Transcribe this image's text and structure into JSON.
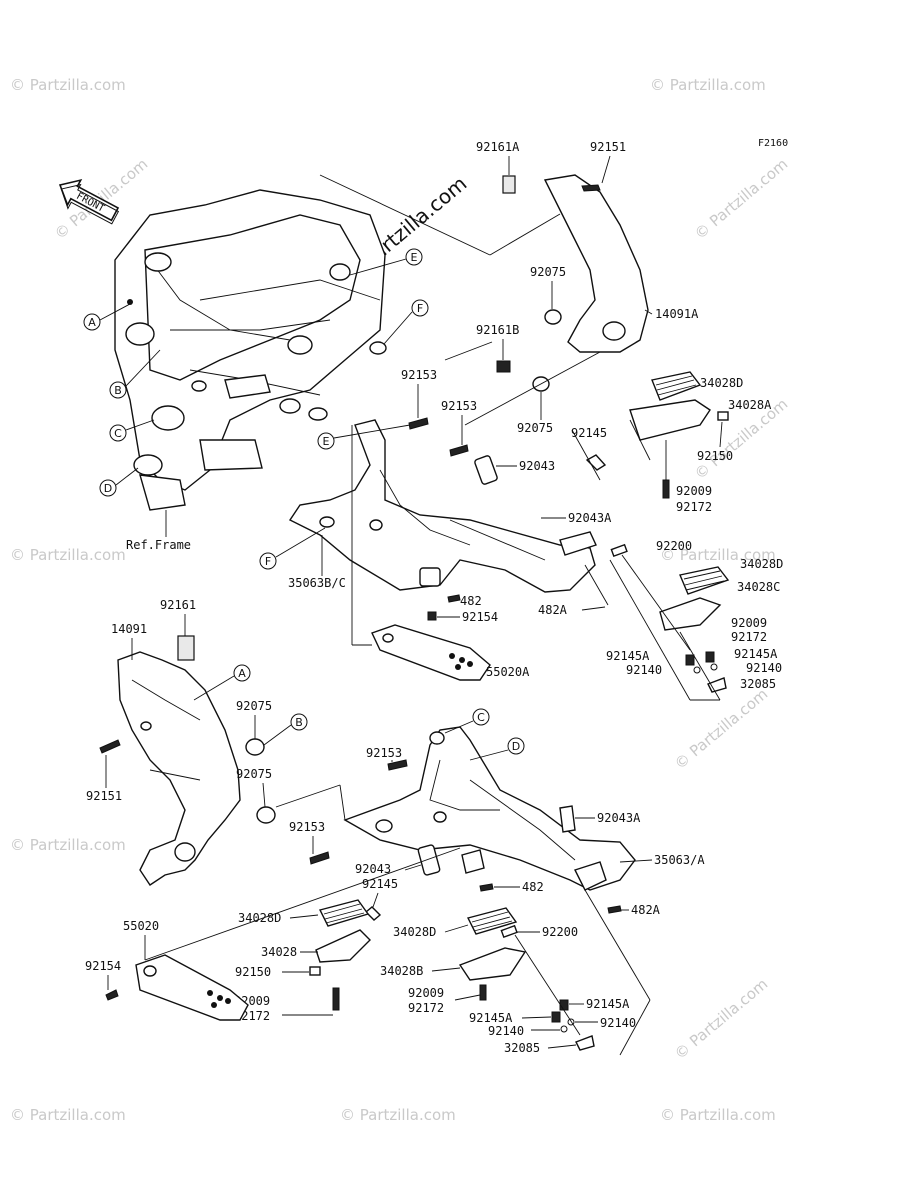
{
  "diagram_code": "F2160",
  "front_arrow": {
    "label": "FRONT",
    "icon": "front-arrow-icon"
  },
  "watermark": {
    "text": "© Partzilla.com",
    "center_text": "© Partzilla.com"
  },
  "frame_ref": "Ref.Frame",
  "callouts": [
    "A",
    "B",
    "C",
    "D",
    "E",
    "F"
  ],
  "parts": {
    "p92161A": "92161A",
    "p92151_top": "92151",
    "p92075_a": "92075",
    "p14091A": "14091A",
    "p92161B": "92161B",
    "p92153_a": "92153",
    "p92153_b": "92153",
    "p92075_b": "92075",
    "p92145_a": "92145",
    "p34028D_a": "34028D",
    "p34028A": "34028A",
    "p92150_a": "92150",
    "p92043_a": "92043",
    "p92009_a": "92009",
    "p92172_a": "92172",
    "p92043A_a": "92043A",
    "p35063BC": "35063B/C",
    "p92200_a": "92200",
    "p34028D_b": "34028D",
    "p34028C": "34028C",
    "p482_a": "482",
    "p482A_a": "482A",
    "p92154_a": "92154",
    "p92009_b": "92009",
    "p92172_b": "92172",
    "p55020A": "55020A",
    "p92145A_a": "92145A",
    "p92145A_b": "92145A",
    "p92140_a": "92140",
    "p92140_b": "92140",
    "p32085_a": "32085",
    "p92161": "92161",
    "p14091": "14091",
    "p92075_c": "92075",
    "p92075_d": "92075",
    "p92151_bot": "92151",
    "p92153_c": "92153",
    "p92153_d": "92153",
    "p92043A_b": "92043A",
    "p35063A": "35063/A",
    "p92043_b": "92043",
    "p92145_b": "92145",
    "p482_b": "482",
    "p482A_b": "482A",
    "p34028D_c": "34028D",
    "p34028": "34028",
    "p92150_b": "92150",
    "p55020": "55020",
    "p92154_b": "92154",
    "p92009_c": "92009",
    "p92172_c": "92172",
    "p34028D_d": "34028D",
    "p92200_b": "92200",
    "p34028B": "34028B",
    "p92009_d": "92009",
    "p92172_d": "92172",
    "p92145A_c": "92145A",
    "p92145A_d": "92145A",
    "p92140_c": "92140",
    "p92140_d": "92140",
    "p32085_b": "32085"
  }
}
